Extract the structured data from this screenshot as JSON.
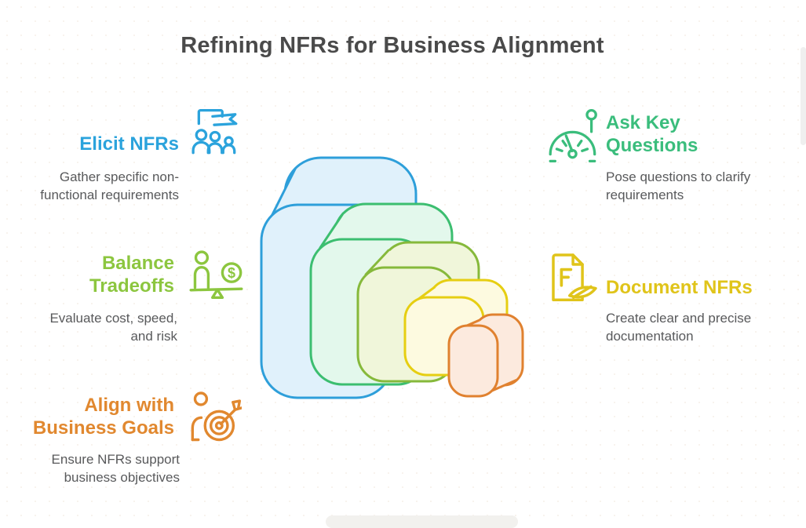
{
  "title": "Refining NFRs for Business Alignment",
  "sections": [
    {
      "id": "elicit-nfrs",
      "heading": "Elicit NFRs",
      "body": "Gather specific non-functional requirements",
      "accent": "#2ba3dc",
      "icon": "people-flag-icon",
      "side": "left"
    },
    {
      "id": "balance-tradeoffs",
      "heading": "Balance Tradeoffs",
      "body": "Evaluate cost, speed, and risk",
      "accent": "#8cc63f",
      "icon": "balance-scale-icon",
      "side": "left"
    },
    {
      "id": "align-with-business-goals",
      "heading": "Align with Business Goals",
      "body": "Ensure NFRs support business objectives",
      "accent": "#e1882f",
      "icon": "person-target-icon",
      "side": "left"
    },
    {
      "id": "ask-key-questions",
      "heading": "Ask Key Questions",
      "body": "Pose questions to clarify requirements",
      "accent": "#3abd7c",
      "icon": "gauge-pin-icon",
      "side": "right"
    },
    {
      "id": "document-nfrs",
      "heading": "Document NFRs",
      "body": "Create clear and precise documentation",
      "accent": "#e0c41a",
      "icon": "document-f-icon",
      "side": "right"
    }
  ],
  "icon_labels": {
    "balance_dollar": "$",
    "document_letter": "F"
  },
  "stack": {
    "description": "Isometric stack of five rounded squares, large to small, left to right",
    "layers": [
      {
        "name": "layer-1-blue",
        "stroke": "#2e9fda",
        "fill": "#e0f1fb"
      },
      {
        "name": "layer-2-green",
        "stroke": "#3cbe70",
        "fill": "#e3f8ec"
      },
      {
        "name": "layer-3-olive",
        "stroke": "#86b93b",
        "fill": "#f0f6da"
      },
      {
        "name": "layer-4-yellow",
        "stroke": "#e6ce12",
        "fill": "#fdfae0"
      },
      {
        "name": "layer-5-orange",
        "stroke": "#e0812f",
        "fill": "#fceade"
      }
    ]
  }
}
